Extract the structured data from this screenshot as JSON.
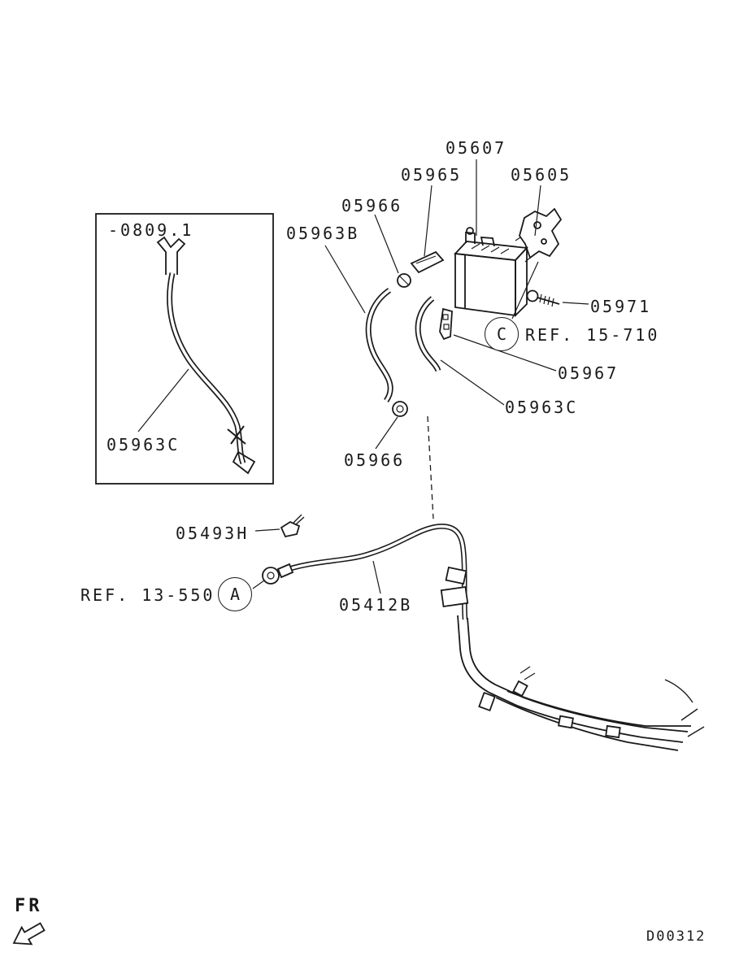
{
  "diagram": {
    "code": "D00312",
    "fr": "FR"
  },
  "callouts": {
    "c": "C",
    "a": "A"
  },
  "labels": {
    "l05607": "05607",
    "l05965": "05965",
    "l05605": "05605",
    "l05966_top": "05966",
    "l05963B": "05963B",
    "inset_title": "-0809.1",
    "inset_part": "05963C",
    "l05971": "05971",
    "ref_15_710": "REF. 15-710",
    "l05967": "05967",
    "l05963C": "05963C",
    "l05966_bottom": "05966",
    "l05493H": "05493H",
    "ref_13_550": "REF. 13-550",
    "l05412B": "05412B"
  }
}
